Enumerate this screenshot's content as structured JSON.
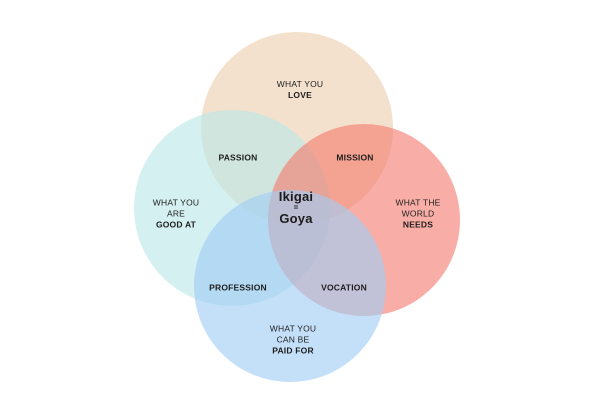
{
  "diagram": {
    "circles": {
      "love": {
        "color": "#EBCFAE",
        "label": [
          "WHAT YOU"
        ],
        "label_bold": "LOVE"
      },
      "good": {
        "color": "#B9E6E6",
        "label": [
          "WHAT YOU",
          "ARE"
        ],
        "label_bold": "GOOD AT"
      },
      "needs": {
        "color": "#F47C70",
        "label": [
          "WHAT THE",
          "WORLD"
        ],
        "label_bold": "NEEDS"
      },
      "paid": {
        "color": "#9FCDF5",
        "label": [
          "WHAT YOU",
          "CAN BE"
        ],
        "label_bold": "PAID FOR"
      }
    },
    "intersections": {
      "passion": "PASSION",
      "mission": "MISSION",
      "profession": "PROFESSION",
      "vocation": "VOCATION"
    },
    "center": {
      "line1": "Ikigai",
      "line2": "=",
      "line3": "Goya"
    }
  }
}
